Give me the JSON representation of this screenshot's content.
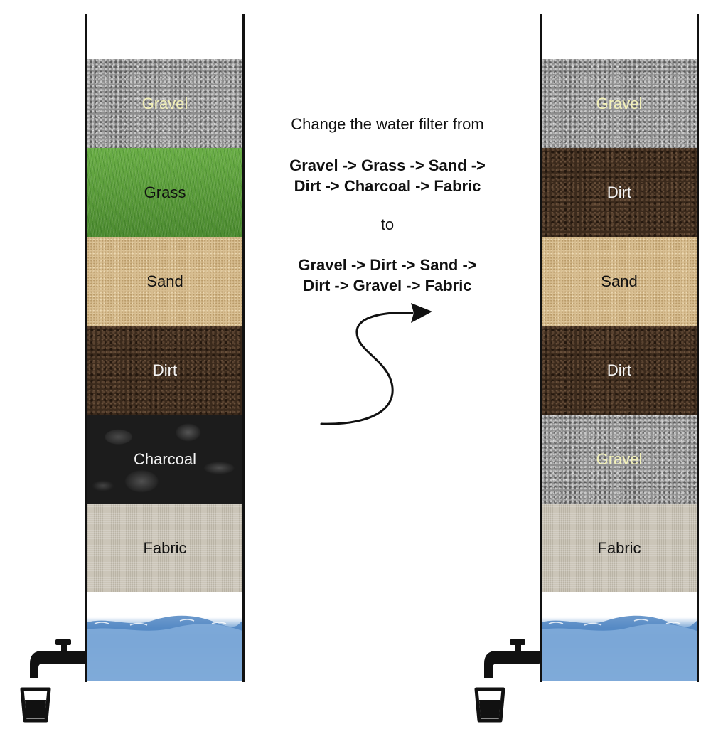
{
  "instructions": {
    "intro": "Change the water filter from",
    "original_sequence_line1": "Gravel -> Grass -> Sand ->",
    "original_sequence_line2": "Dirt -> Charcoal -> Fabric",
    "connector": "to",
    "new_sequence_line1": "Gravel -> Dirt -> Sand ->",
    "new_sequence_line2": "Dirt -> Gravel -> Fabric"
  },
  "filter_left": {
    "layers": [
      {
        "label": "Gravel",
        "texture": "gravel"
      },
      {
        "label": "Grass",
        "texture": "grass"
      },
      {
        "label": "Sand",
        "texture": "sand"
      },
      {
        "label": "Dirt",
        "texture": "dirt"
      },
      {
        "label": "Charcoal",
        "texture": "charcoal"
      },
      {
        "label": "Fabric",
        "texture": "fabric"
      }
    ]
  },
  "filter_right": {
    "layers": [
      {
        "label": "Gravel",
        "texture": "gravel"
      },
      {
        "label": "Dirt",
        "texture": "dirt"
      },
      {
        "label": "Sand",
        "texture": "sand"
      },
      {
        "label": "Dirt",
        "texture": "dirt"
      },
      {
        "label": "Gravel",
        "texture": "gravel"
      },
      {
        "label": "Fabric",
        "texture": "fabric"
      }
    ]
  },
  "icons": {
    "tap": "faucet-icon",
    "cup": "cup-icon",
    "arrow": "curved-arrow-icon",
    "water": "water-wave-icon"
  },
  "colors": {
    "line": "#111111",
    "gravel_label": "#f2f0b8",
    "water": "#5b8fc8"
  }
}
